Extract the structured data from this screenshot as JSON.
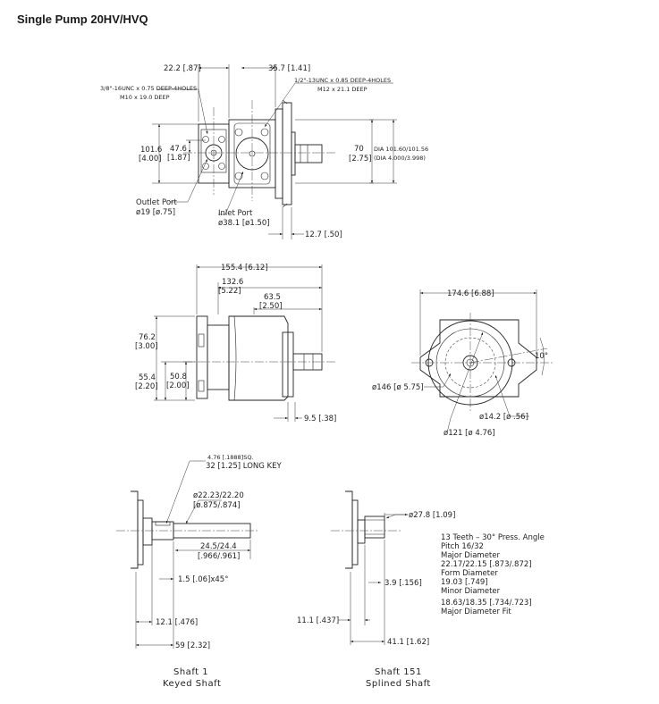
{
  "page_title": "Single Pump 20HV/HVQ",
  "front_view": {
    "dim_top_left": "22.2 [.87]",
    "dim_top_right": "35.7 [1.41]",
    "outlet_thread_1": "3/8\"-16UNC x 0.75 DEEP-4HOLES",
    "outlet_thread_2": "M10 x 19.0 DEEP",
    "inlet_thread_1": "1/2\"-13UNC x 0.85 DEEP-4HOLES",
    "inlet_thread_2": "M12 x 21.1 DEEP",
    "height_mm": "101.6",
    "height_in": "[4.00]",
    "half_mm": "47.6",
    "half_in": "[1.87]",
    "pilot_mm": "70",
    "pilot_in": "[2.75]",
    "pilot_dia_1": "DIA 101.60/101.56",
    "pilot_dia_2": "(DIA 4.000/3.998)",
    "outlet_port_1": "Outlet Port",
    "outlet_port_2": "ø19 [ø.75]",
    "inlet_port_1": "Inlet Port",
    "inlet_port_2": "ø38.1 [ø1.50]",
    "flange_thk": "12.7 [.50]"
  },
  "side_view": {
    "dim_total": "155.4 [6.12]",
    "dim_132_mm": "132.6",
    "dim_132_in": "[5.22]",
    "dim_63_mm": "63.5",
    "dim_63_in": "[2.50]",
    "dim_76_mm": "76.2",
    "dim_76_in": "[3.00]",
    "dim_55_mm": "55.4",
    "dim_55_in": "[2.20]",
    "dim_50_mm": "50.8",
    "dim_50_in": "[2.00]",
    "dim_9": "9.5 [.38]"
  },
  "end_view": {
    "dim_width": "174.6 [6.88]",
    "angle": "10°",
    "dia_146": "ø146 [ø 5.75]",
    "dia_14": "ø14.2 [ø .56]",
    "dia_121": "ø121 [ø 4.76]"
  },
  "shaft_1": {
    "key_1": "4.76 [.1888]SQ.",
    "key_2": "32 [1.25] LONG KEY",
    "dia_1": "ø22.23/22.20",
    "dia_2": "[ø.875/.874]",
    "len_1": "24.5/24.4",
    "len_2": "[.966/.961]",
    "chamfer": "1.5 [.06]x45°",
    "dim_12": "12.1 [.476]",
    "dim_59": "59 [2.32]",
    "caption_1": "Shaft  1",
    "caption_2": "Keyed Shaft"
  },
  "shaft_151": {
    "dia": "ø27.8 [1.09]",
    "spec": [
      "13 Teeth – 30° Press. Angle",
      "Pitch 16/32",
      "Major Diameter",
      "22.17/22.15 [.873/.872]",
      "Form Diameter",
      "19.03 [.749]",
      "Minor Diameter",
      "18.63/18.35 [.734/.723]",
      "Major Diameter Fit"
    ],
    "dim_3_9": "3.9 [.156]",
    "dim_11": "11.1 [.437]",
    "dim_41": "41.1 [1.62]",
    "caption_1": "Shaft  151",
    "caption_2": "Splined Shaft"
  }
}
